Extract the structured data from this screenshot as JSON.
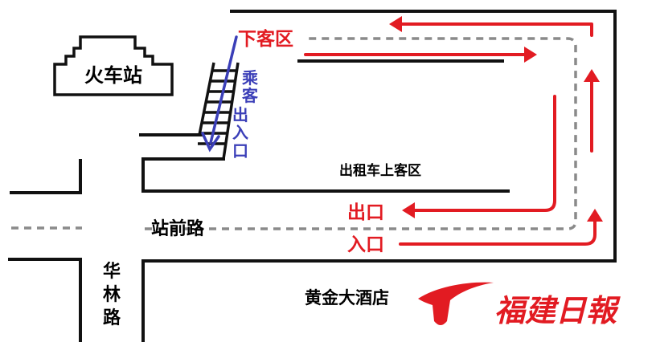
{
  "labels": {
    "station": "火车站",
    "dropoff_zone": "下客区",
    "passenger_exit": "乘客出入口",
    "taxi_pickup_zone": "出租车上客区",
    "exit": "出口",
    "entrance": "入口",
    "zhanqian_road": "站前路",
    "hualin_road": "华林路",
    "hotel": "黄金大酒店"
  },
  "brand": {
    "name": "福建日報",
    "color": "#e21b22"
  },
  "colors": {
    "road": "#111111",
    "center_line": "#8a8a8a",
    "traffic_flow": "#e21b22",
    "pedestrian": "#3b3fb8"
  }
}
